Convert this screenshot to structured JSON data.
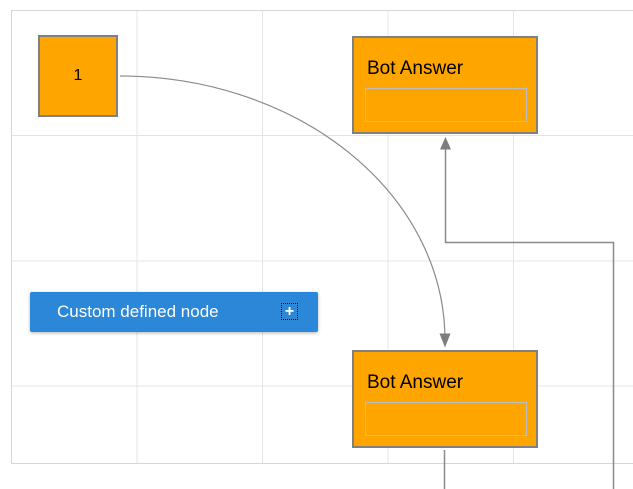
{
  "diagram": {
    "background_color": "#ffffff",
    "grid": {
      "line_color": "#e4e4e4",
      "border_color": "#d6d6d6"
    },
    "connectors": {
      "line_color": "#8a8a8a",
      "arrow_color": "#7d7d7d"
    },
    "nodes": {
      "node1": {
        "label": "1",
        "fill": "#ffa500",
        "border_color": "#808080",
        "text_color": "#000000"
      },
      "bot_answer_top": {
        "title": "Bot Answer",
        "fill": "#ffa500",
        "border_color": "#808080",
        "input_value": ""
      },
      "bot_answer_bottom": {
        "title": "Bot Answer",
        "fill": "#ffa500",
        "border_color": "#808080",
        "input_value": ""
      },
      "custom_node": {
        "label": "Custom defined node",
        "fill": "#2b87d8",
        "text_color": "#ffffff",
        "add_icon": "+"
      }
    }
  }
}
